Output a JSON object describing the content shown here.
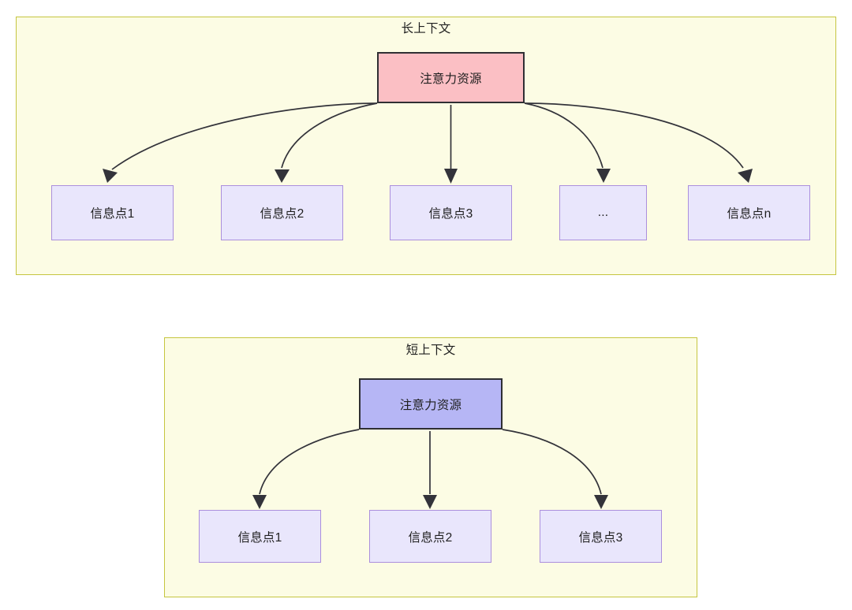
{
  "diagram": {
    "title_long": "长上下文",
    "title_short": "短上下文",
    "root_label_long": "注意力资源",
    "root_label_short": "注意力资源",
    "colors": {
      "group_fill": "#fcfce4",
      "group_stroke": "#c5c53f",
      "root_long_fill": "#fbbfc4",
      "root_short_fill": "#b6b6f5",
      "root_stroke": "#2f2f33",
      "leaf_fill": "#e9e6fc",
      "leaf_stroke": "#ab8fdd",
      "edge_stroke": "#33333a",
      "text": "#1f1f1f"
    },
    "long_context": {
      "title": "长上下文",
      "root": "注意力资源",
      "leaves": [
        {
          "label": "信息点1"
        },
        {
          "label": "信息点2"
        },
        {
          "label": "信息点3"
        },
        {
          "label": "..."
        },
        {
          "label": "信息点n"
        }
      ]
    },
    "short_context": {
      "title": "短上下文",
      "root": "注意力资源",
      "leaves": [
        {
          "label": "信息点1"
        },
        {
          "label": "信息点2"
        },
        {
          "label": "信息点3"
        }
      ]
    }
  }
}
